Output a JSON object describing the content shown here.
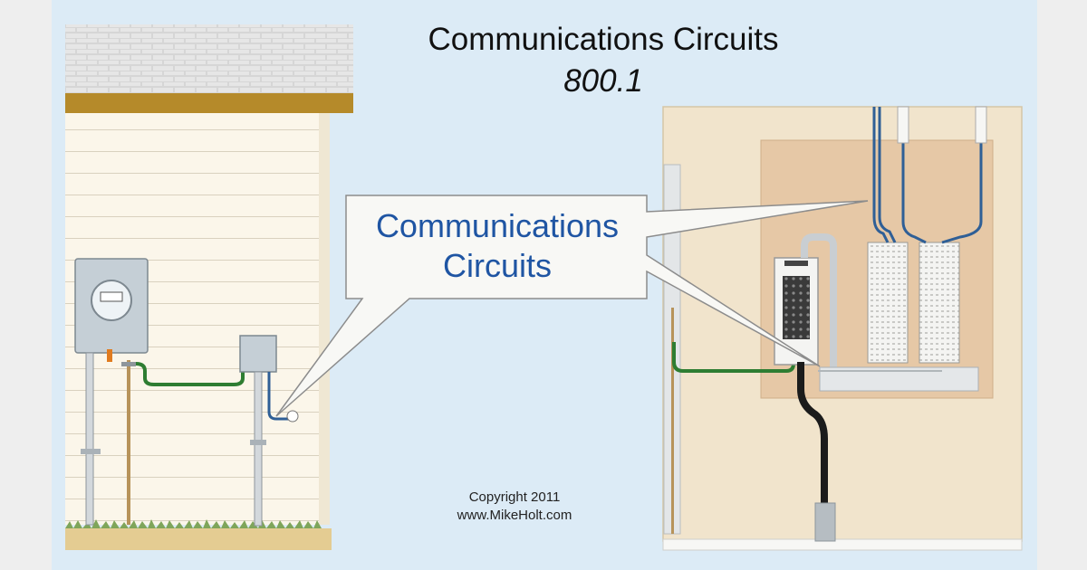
{
  "title": "Communications Circuits",
  "code": "800.1",
  "callout": {
    "line1": "Communications",
    "line2": "Circuits"
  },
  "copyright": {
    "line1": "Copyright 2011",
    "line2": "www.MikeHolt.com"
  },
  "colors": {
    "background": "#dcebf6",
    "siding": "#fbf6ea",
    "grounding_conductor": "#2e7d32",
    "communications_cable": "#2f5f96",
    "callout_text": "#1f55a3"
  }
}
